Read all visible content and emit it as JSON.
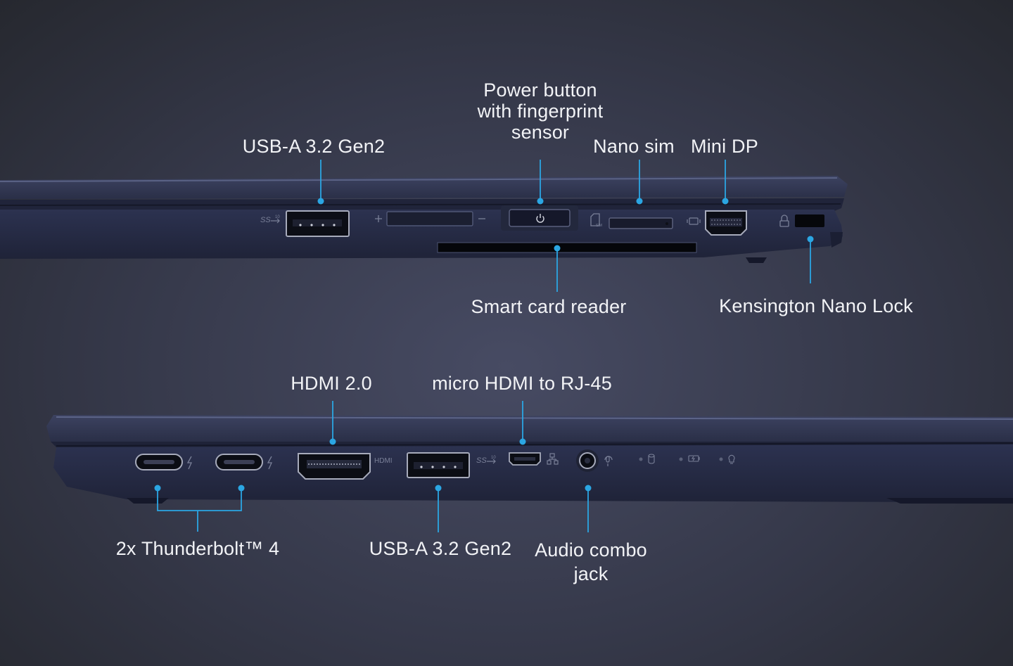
{
  "colors": {
    "accent": "#2ba6e3",
    "background": "#35384a",
    "chassis": "#2b3048",
    "text": "#f2f3f6"
  },
  "top_side": {
    "labels": {
      "usb_a": "USB-A 3.2 Gen2",
      "power_button": "Power button\nwith fingerprint\nsensor",
      "nano_sim": "Nano sim",
      "mini_dp": "Mini DP",
      "smart_card": "Smart card reader",
      "kensington": "Kensington Nano Lock"
    },
    "markings": {
      "ss": "SS",
      "ss_ten": "10",
      "sim": "SIM"
    }
  },
  "bottom_side": {
    "labels": {
      "hdmi": "HDMI 2.0",
      "micro_hdmi": "micro HDMI to RJ-45",
      "thunderbolt": "2x Thunderbolt™ 4",
      "usb_a": "USB-A 3.2 Gen2",
      "audio": "Audio combo\njack"
    },
    "markings": {
      "hdmi": "HDMI",
      "ss": "SS",
      "ss_ten": "10"
    }
  },
  "icons": [
    "usb-ss-icon",
    "volume-plus-icon",
    "volume-minus-icon",
    "power-icon",
    "sim-icon",
    "display-icon",
    "lock-icon",
    "thunderbolt-icon",
    "network-icon",
    "headset-icon",
    "drive-led-icon",
    "battery-led-icon",
    "power-led-icon"
  ]
}
